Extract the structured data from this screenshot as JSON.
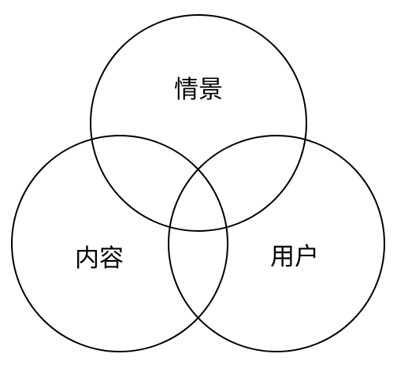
{
  "diagram": {
    "type": "venn",
    "sets": [
      {
        "label": "情景"
      },
      {
        "label": "内容"
      },
      {
        "label": "用户"
      }
    ],
    "stroke_color": "#000000",
    "background_color": "#ffffff"
  }
}
